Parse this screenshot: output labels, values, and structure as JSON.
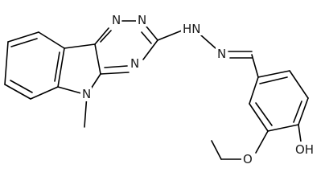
{
  "atoms": {
    "n1": "N",
    "n2": "N",
    "n3": "N",
    "n4": "N",
    "nh": "HN",
    "nh_n": "N",
    "oh": "OH",
    "o": "O"
  },
  "colors": {
    "bond": "#000000",
    "text": "#1a1a1a",
    "background": "#ffffff"
  }
}
